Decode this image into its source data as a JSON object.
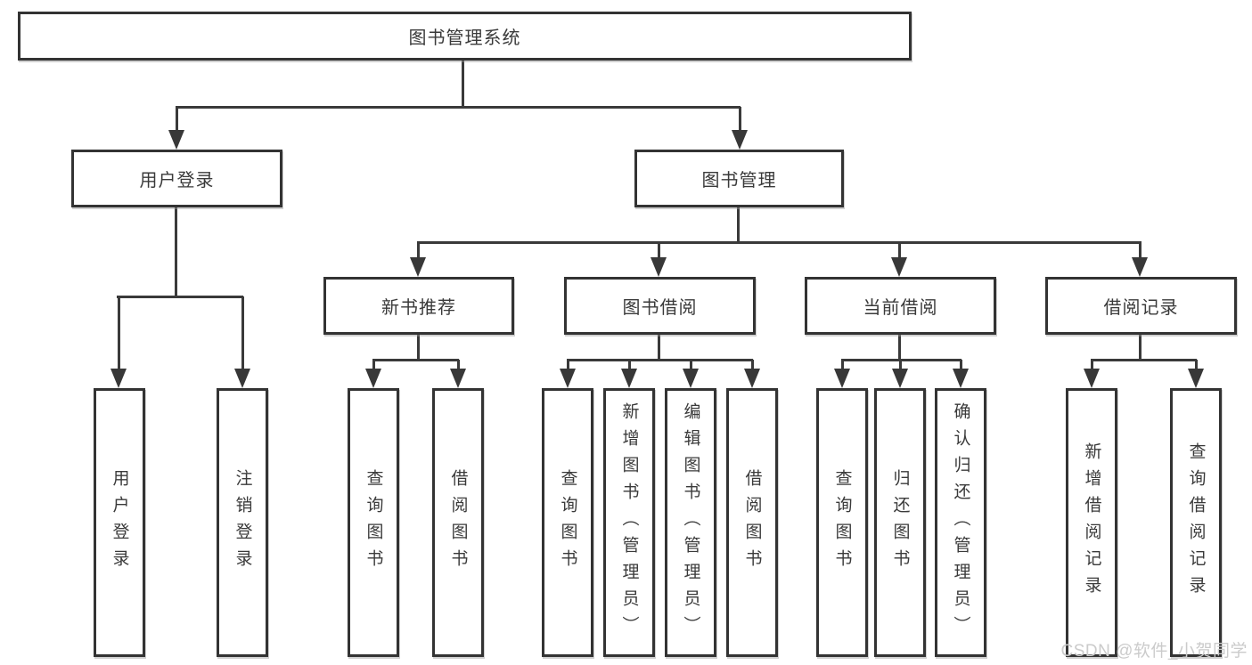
{
  "diagram": {
    "root": {
      "label": "图书管理系统"
    },
    "branches": [
      {
        "label": "用户登录",
        "children": [
          {
            "label": "用户登录"
          },
          {
            "label": "注销登录"
          }
        ]
      },
      {
        "label": "图书管理",
        "children": [
          {
            "label": "新书推荐",
            "children": [
              {
                "label": "查询图书"
              },
              {
                "label": "借阅图书"
              }
            ]
          },
          {
            "label": "图书借阅",
            "children": [
              {
                "label": "查询图书"
              },
              {
                "label": "新增图书（管理员）"
              },
              {
                "label": "编辑图书（管理员）"
              },
              {
                "label": "借阅图书"
              }
            ]
          },
          {
            "label": "当前借阅",
            "children": [
              {
                "label": "查询图书"
              },
              {
                "label": "归还图书"
              },
              {
                "label": "确认归还（管理员）"
              }
            ]
          },
          {
            "label": "借阅记录",
            "children": [
              {
                "label": "新增借阅记录"
              },
              {
                "label": "查询借阅记录"
              }
            ]
          }
        ]
      }
    ]
  },
  "colors": {
    "line": "#3a3a3a",
    "border": "#333333",
    "text": "#3a3a3a",
    "watermark": "#cbcbcb"
  },
  "watermark": {
    "text": "CSDN @软件_小贺同学"
  }
}
